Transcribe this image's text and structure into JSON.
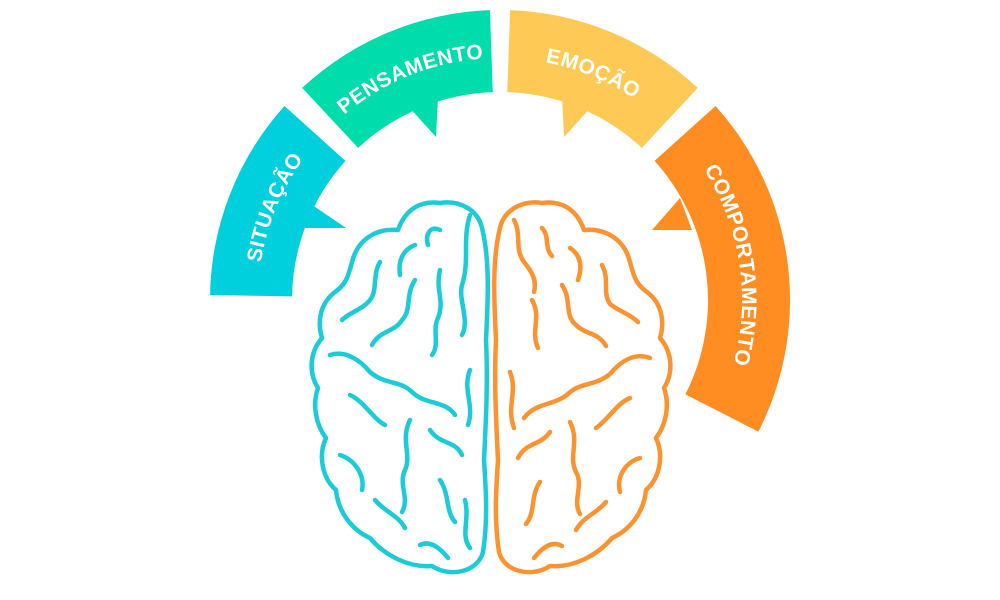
{
  "segments": [
    {
      "label": "SITUAÇÃO",
      "color": "#00d0de"
    },
    {
      "label": "PENSAMENTO",
      "color": "#00dcac"
    },
    {
      "label": "EMOÇÃO",
      "color": "#ffc955"
    },
    {
      "label": "COMPORTAMENTO",
      "color": "#ff8d22"
    }
  ],
  "brain": {
    "left_color": "#1ccbd8",
    "right_color": "#fb9330"
  }
}
